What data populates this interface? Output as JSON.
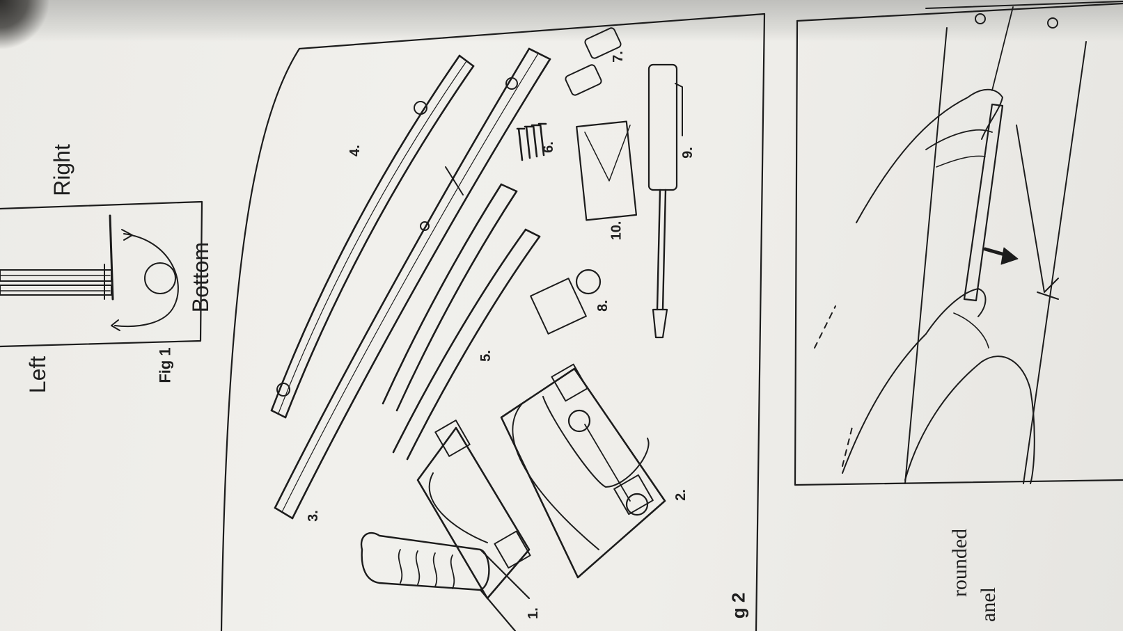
{
  "figure1": {
    "left_label": "Left",
    "right_label": "Right",
    "bottom_label": "Bottom",
    "caption": "Fig 1"
  },
  "figure2": {
    "caption_partial": "g 2",
    "part_numbers": [
      "1.",
      "2.",
      "3.",
      "4.",
      "5.",
      "6.",
      "7.",
      "8.",
      "9.",
      "10."
    ]
  },
  "figure3": {
    "text_fragment_1": "rounded",
    "text_fragment_2": "anel"
  }
}
